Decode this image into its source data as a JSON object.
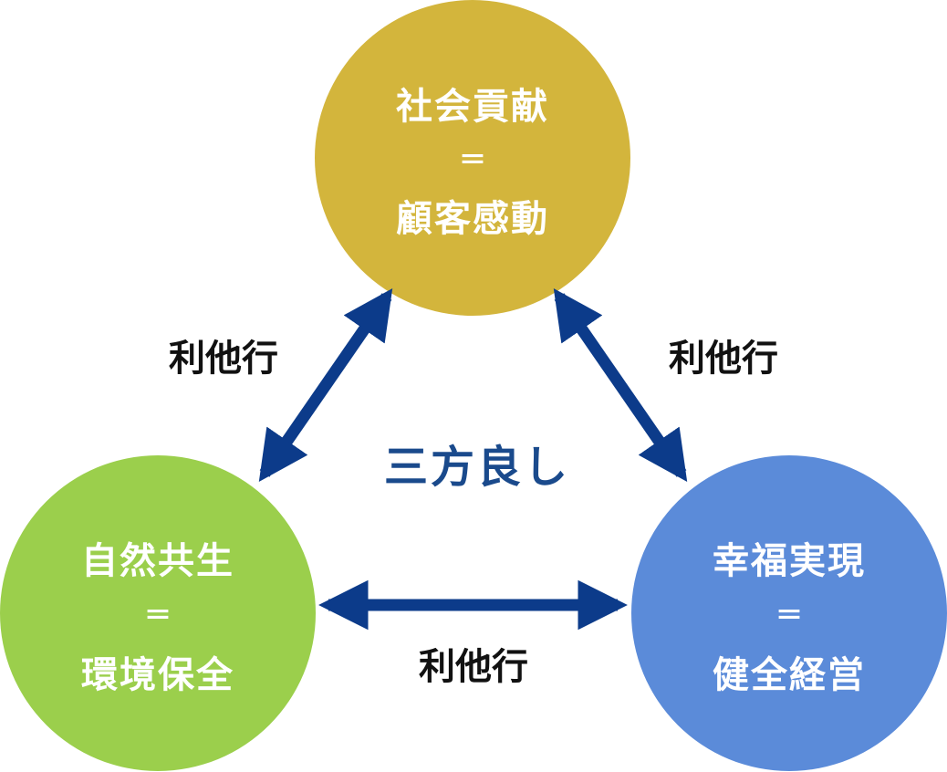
{
  "nodes": {
    "top": {
      "line1": "社会貢献",
      "eq": "＝",
      "line2": "顧客感動",
      "color": "#d3b53c"
    },
    "left": {
      "line1": "自然共生",
      "eq": "＝",
      "line2": "環境保全",
      "color": "#9bcf4c"
    },
    "right": {
      "line1": "幸福実現",
      "eq": "＝",
      "line2": "健全経営",
      "color": "#5b8bd9"
    }
  },
  "edges": {
    "left_top": {
      "label": "利他行"
    },
    "right_top": {
      "label": "利他行"
    },
    "bottom": {
      "label": "利他行"
    }
  },
  "center": {
    "label": "三方良し"
  },
  "arrow_color": "#0c3b8a"
}
